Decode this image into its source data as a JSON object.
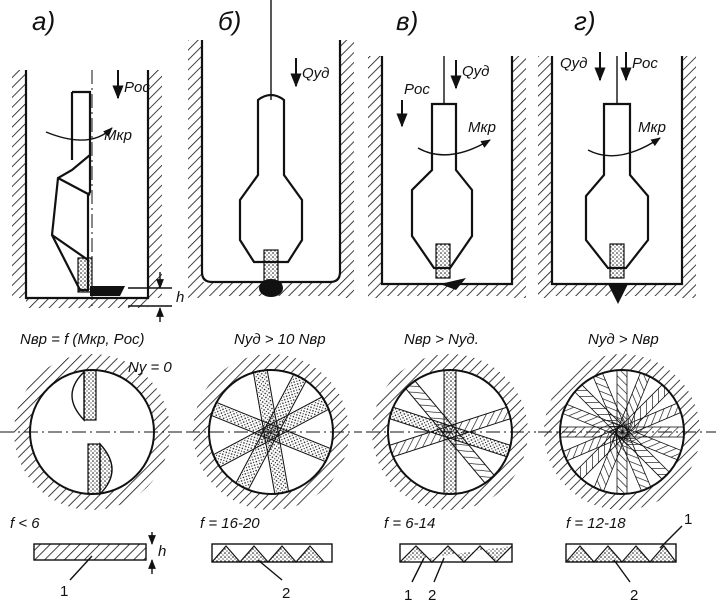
{
  "panels": [
    {
      "id": "a",
      "label": "а)",
      "forces": [
        "Pос",
        "Мкр"
      ],
      "dim": "h",
      "equation": "Nвр = f (Мкр, Pос)",
      "side_note": "Nу = 0",
      "friction": "f < 6",
      "callouts": [
        "1",
        "h"
      ]
    },
    {
      "id": "b",
      "label": "б)",
      "forces": [
        "Qуд"
      ],
      "equation": "Nуд > 10 Nвр",
      "friction": "f = 16-20",
      "callouts": [
        "2"
      ]
    },
    {
      "id": "v",
      "label": "в)",
      "forces": [
        "Pос",
        "Qуд",
        "Мкр"
      ],
      "equation": "Nвр > Nуд.",
      "friction": "f = 6-14",
      "callouts": [
        "1",
        "2"
      ]
    },
    {
      "id": "g",
      "label": "г)",
      "forces": [
        "Qуд",
        "Pос",
        "Мкр"
      ],
      "equation": "Nуд > Nвр",
      "friction": "f = 12-18",
      "callouts": [
        "1",
        "2"
      ]
    }
  ],
  "colors": {
    "ink": "#111111",
    "paper": "#ffffff"
  }
}
